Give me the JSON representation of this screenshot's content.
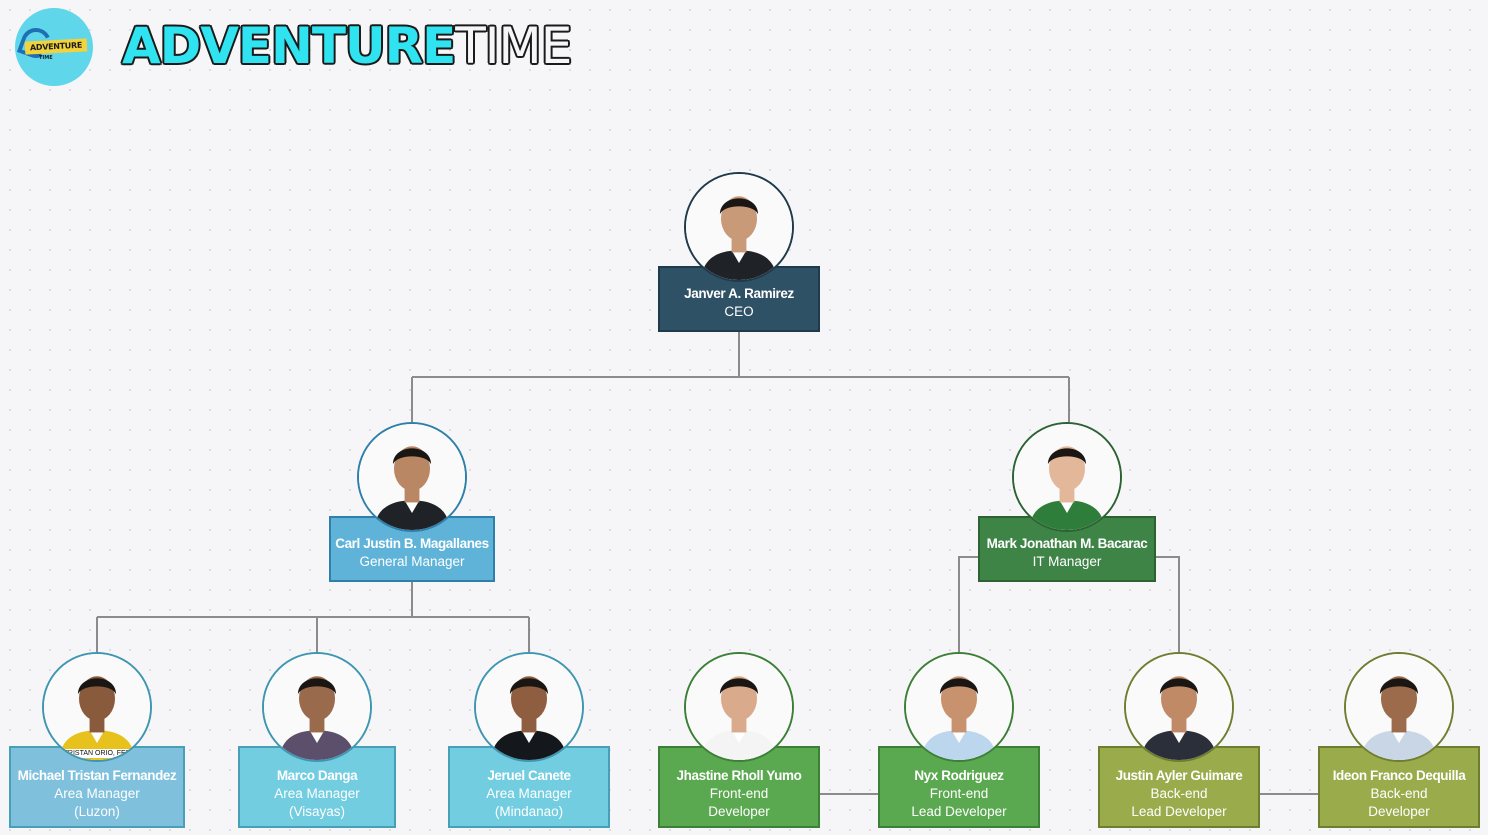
{
  "brand": {
    "title_bold": "ADVENTURE",
    "title_light": "TIME",
    "logo_text": "ADVENTURE",
    "logo_subtext": "TIME"
  },
  "colors": {
    "ceo": "#2f5166",
    "general": "#5fb3d9",
    "area": "#72cde0",
    "it": "#3f8447",
    "frontend": "#5aa84f",
    "backend": "#9aab4b",
    "connector": "#8b8b8b"
  },
  "people": [
    {
      "id": "ceo",
      "name": "Janver A. Ramirez",
      "role": [
        "CEO"
      ]
    },
    {
      "id": "gm",
      "name": "Carl Justin B. Magallanes",
      "role": [
        "General Manager"
      ]
    },
    {
      "id": "it",
      "name": "Mark Jonathan M. Bacarac",
      "role": [
        "IT Manager"
      ]
    },
    {
      "id": "luzon",
      "name": "Michael Tristan Fernandez",
      "role": [
        "Area Manager",
        "(Luzon)"
      ],
      "photo_caption": "L TRISTAN ORIO, FERN"
    },
    {
      "id": "visayas",
      "name": "Marco Danga",
      "role": [
        "Area Manager",
        "(Visayas)"
      ]
    },
    {
      "id": "mindanao",
      "name": "Jeruel Canete",
      "role": [
        "Area Manager",
        "(Mindanao)"
      ]
    },
    {
      "id": "fe-dev",
      "name": "Jhastine Rholl Yumo",
      "role": [
        "Front-end",
        "Developer"
      ]
    },
    {
      "id": "fe-lead",
      "name": "Nyx Rodriguez",
      "role": [
        "Front-end",
        "Lead Developer"
      ]
    },
    {
      "id": "be-lead",
      "name": "Justin Ayler Guimare",
      "role": [
        "Back-end",
        "Lead Developer"
      ]
    },
    {
      "id": "be-dev",
      "name": "Ideon Franco Dequilla",
      "role": [
        "Back-end",
        "Developer"
      ]
    }
  ]
}
